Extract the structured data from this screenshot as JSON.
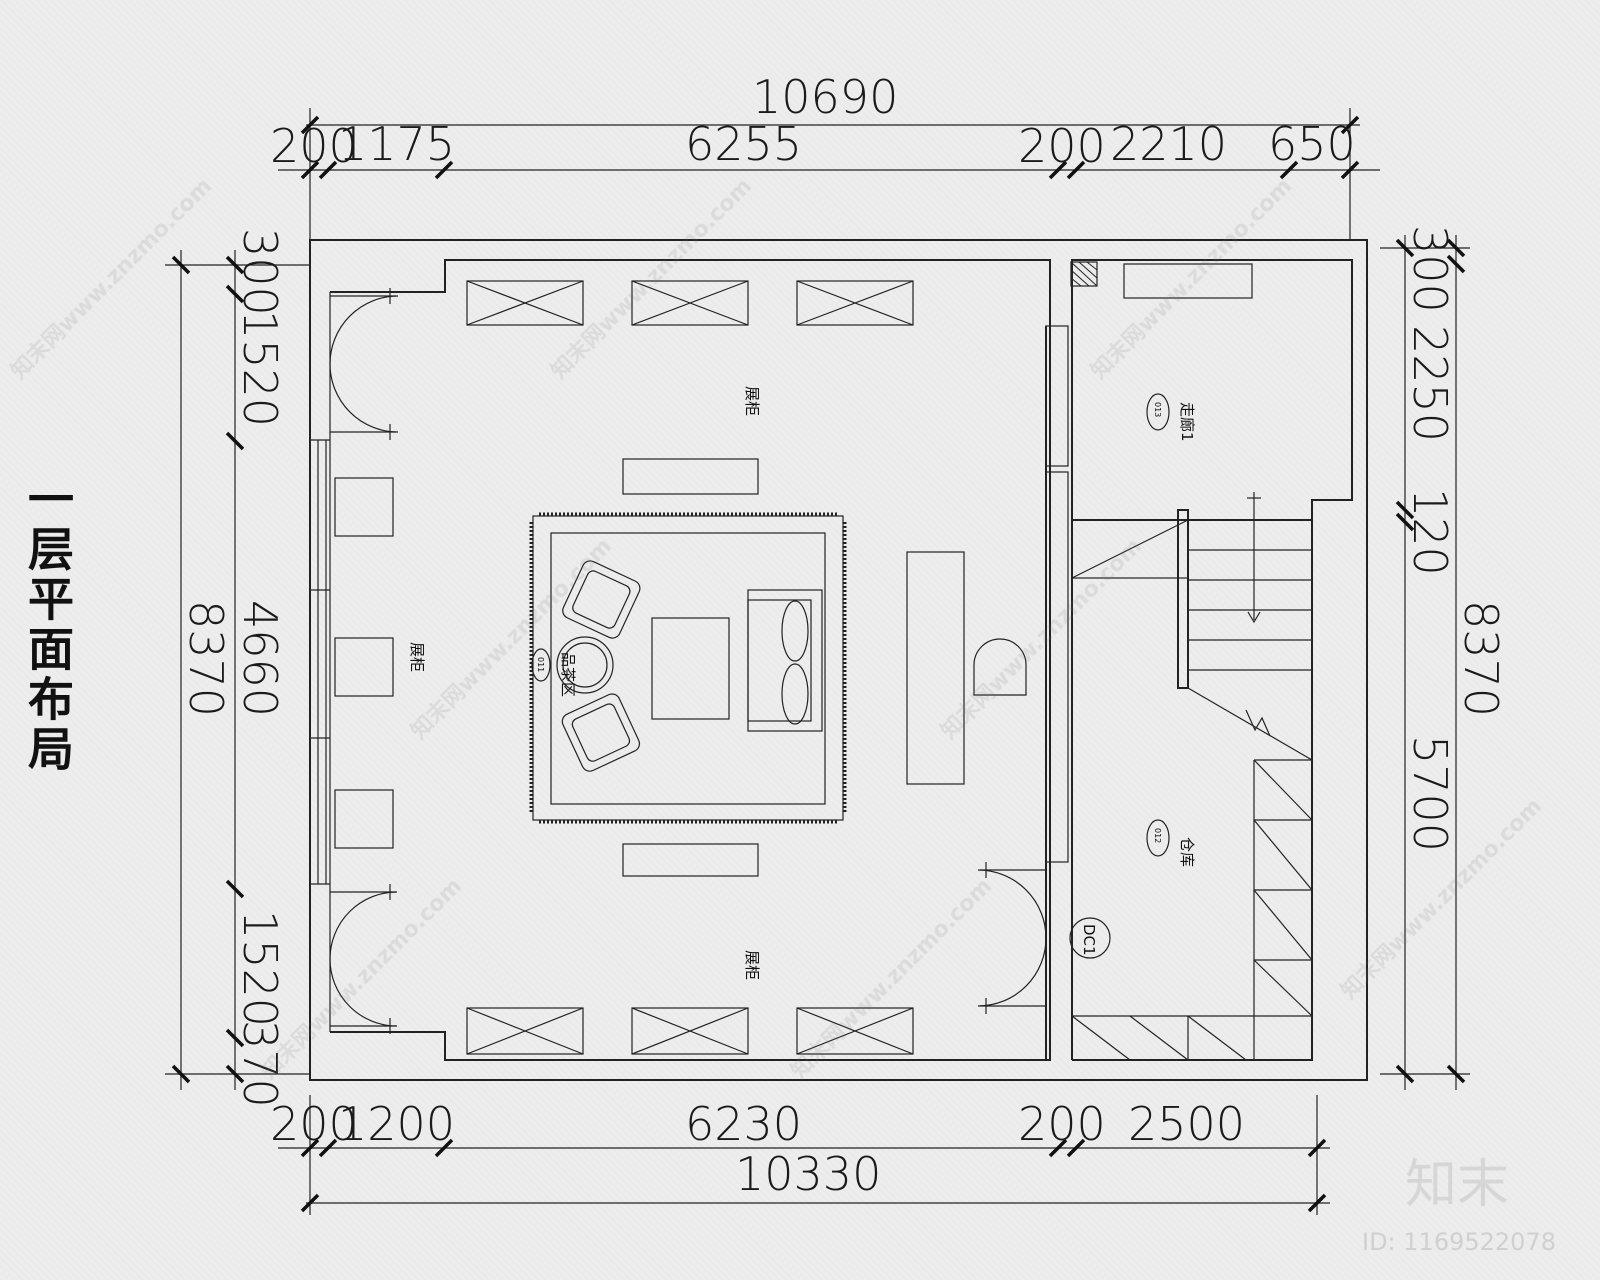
{
  "title": "一层平面布局",
  "dimensions": {
    "top_total": "10690",
    "top_segments": [
      "200",
      "1175",
      "6255",
      "200",
      "2210",
      "650"
    ],
    "bottom_total": "10330",
    "bottom_segments": [
      "200",
      "1200",
      "6230",
      "200",
      "2500"
    ],
    "left_total": "8370",
    "left_segments": [
      "300",
      "1520",
      "4660",
      "1520",
      "370"
    ],
    "right_total": "8370",
    "right_segments": [
      "300",
      "2250",
      "120",
      "5700"
    ]
  },
  "rooms": {
    "display_top": "展柜",
    "display_left": "展柜",
    "display_bottom": "展柜",
    "tea_area": "品茶区",
    "tea_tag": "011",
    "corridor": "走廊1",
    "corridor_tag": "013",
    "storage": "仓库",
    "storage_tag": "012",
    "storage_door_tag": "DC1"
  },
  "watermark": "知末网www.znzmo.com",
  "brand": "知末",
  "id_text": "ID: 1169522078"
}
